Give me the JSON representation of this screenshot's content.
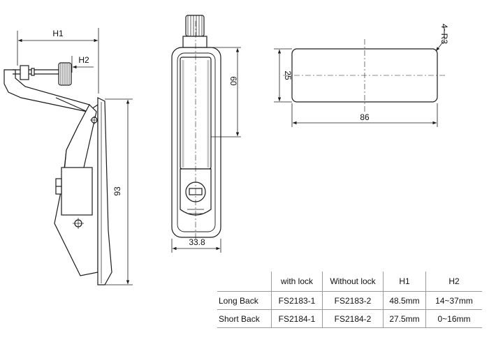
{
  "drawing": {
    "side_view": {
      "h1_label": "H1",
      "h2_label": "H2",
      "height_label": "93"
    },
    "front_view": {
      "height_label": "60",
      "width_label": "33.8"
    },
    "cutout": {
      "radius_label": "4~R3",
      "height_label": "25",
      "width_label": "86"
    }
  },
  "spec_table": {
    "headers": [
      "",
      "with lock",
      "Without lock",
      "H1",
      "H2"
    ],
    "rows": [
      [
        "Long Back",
        "FS2183-1",
        "FS2183-2",
        "48.5mm",
        "14~37mm"
      ],
      [
        "Short Back",
        "FS2184-1",
        "FS2184-2",
        "27.5mm",
        "0~16mm"
      ]
    ]
  },
  "colors": {
    "line": "#1a1a1a",
    "hatch": "#c8c8c8",
    "table_border": "#9a9a9a"
  }
}
